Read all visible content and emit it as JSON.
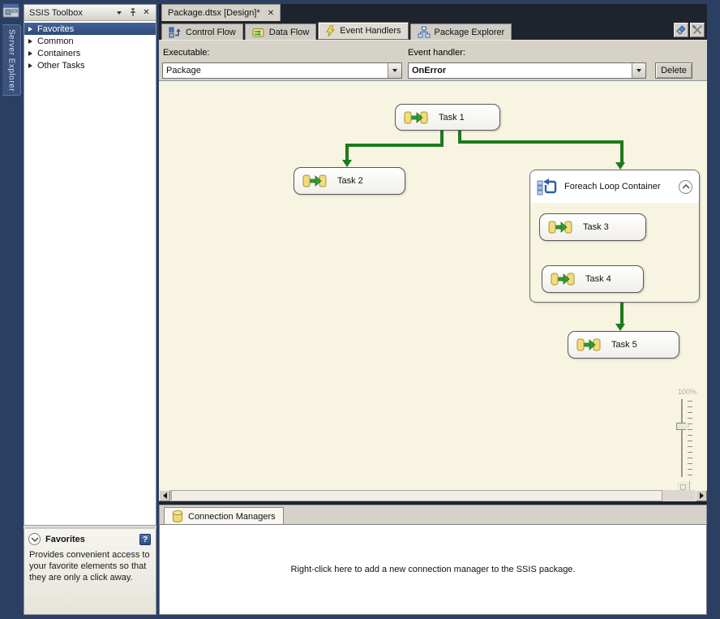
{
  "window": {
    "server_explorer_tab": "Server Explorer"
  },
  "toolbox": {
    "title": "SSIS Toolbox",
    "items": [
      {
        "label": "Favorites",
        "selected": true
      },
      {
        "label": "Common",
        "selected": false
      },
      {
        "label": "Containers",
        "selected": false
      },
      {
        "label": "Other Tasks",
        "selected": false
      }
    ],
    "info_panel": {
      "title": "Favorites",
      "description": "Provides convenient access to your favorite elements so that they are only a click away."
    }
  },
  "document": {
    "tab_title": "Package.dtsx [Design]*",
    "close_glyph": "✕",
    "designer_tabs": [
      {
        "label": "Control Flow",
        "icon": "control-flow-icon",
        "selected": false
      },
      {
        "label": "Data Flow",
        "icon": "data-flow-icon",
        "selected": false
      },
      {
        "label": "Event Handlers",
        "icon": "event-handlers-icon",
        "selected": true
      },
      {
        "label": "Package Explorer",
        "icon": "package-explorer-icon",
        "selected": false
      }
    ]
  },
  "toolbar": {
    "executable_label": "Executable:",
    "executable_value": "Package",
    "event_handler_label": "Event handler:",
    "event_handler_value": "OnError",
    "delete_button": "Delete"
  },
  "canvas": {
    "tasks": {
      "task1": "Task 1",
      "task2": "Task 2",
      "task3": "Task 3",
      "task4": "Task 4",
      "task5": "Task 5"
    },
    "container_label": "Foreach Loop Container",
    "zoom_label": "100%"
  },
  "connection_managers": {
    "tab_label": "Connection Managers",
    "empty_text": "Right-click here to add a new connection manager to the SSIS package."
  },
  "colors": {
    "frame_navy": "#2b3f63",
    "canvas_cream": "#f7f4e1",
    "arrow_green": "#1d7a1d",
    "selection_blue": "#35548a",
    "toolbar_gray": "#d6d2c8"
  }
}
